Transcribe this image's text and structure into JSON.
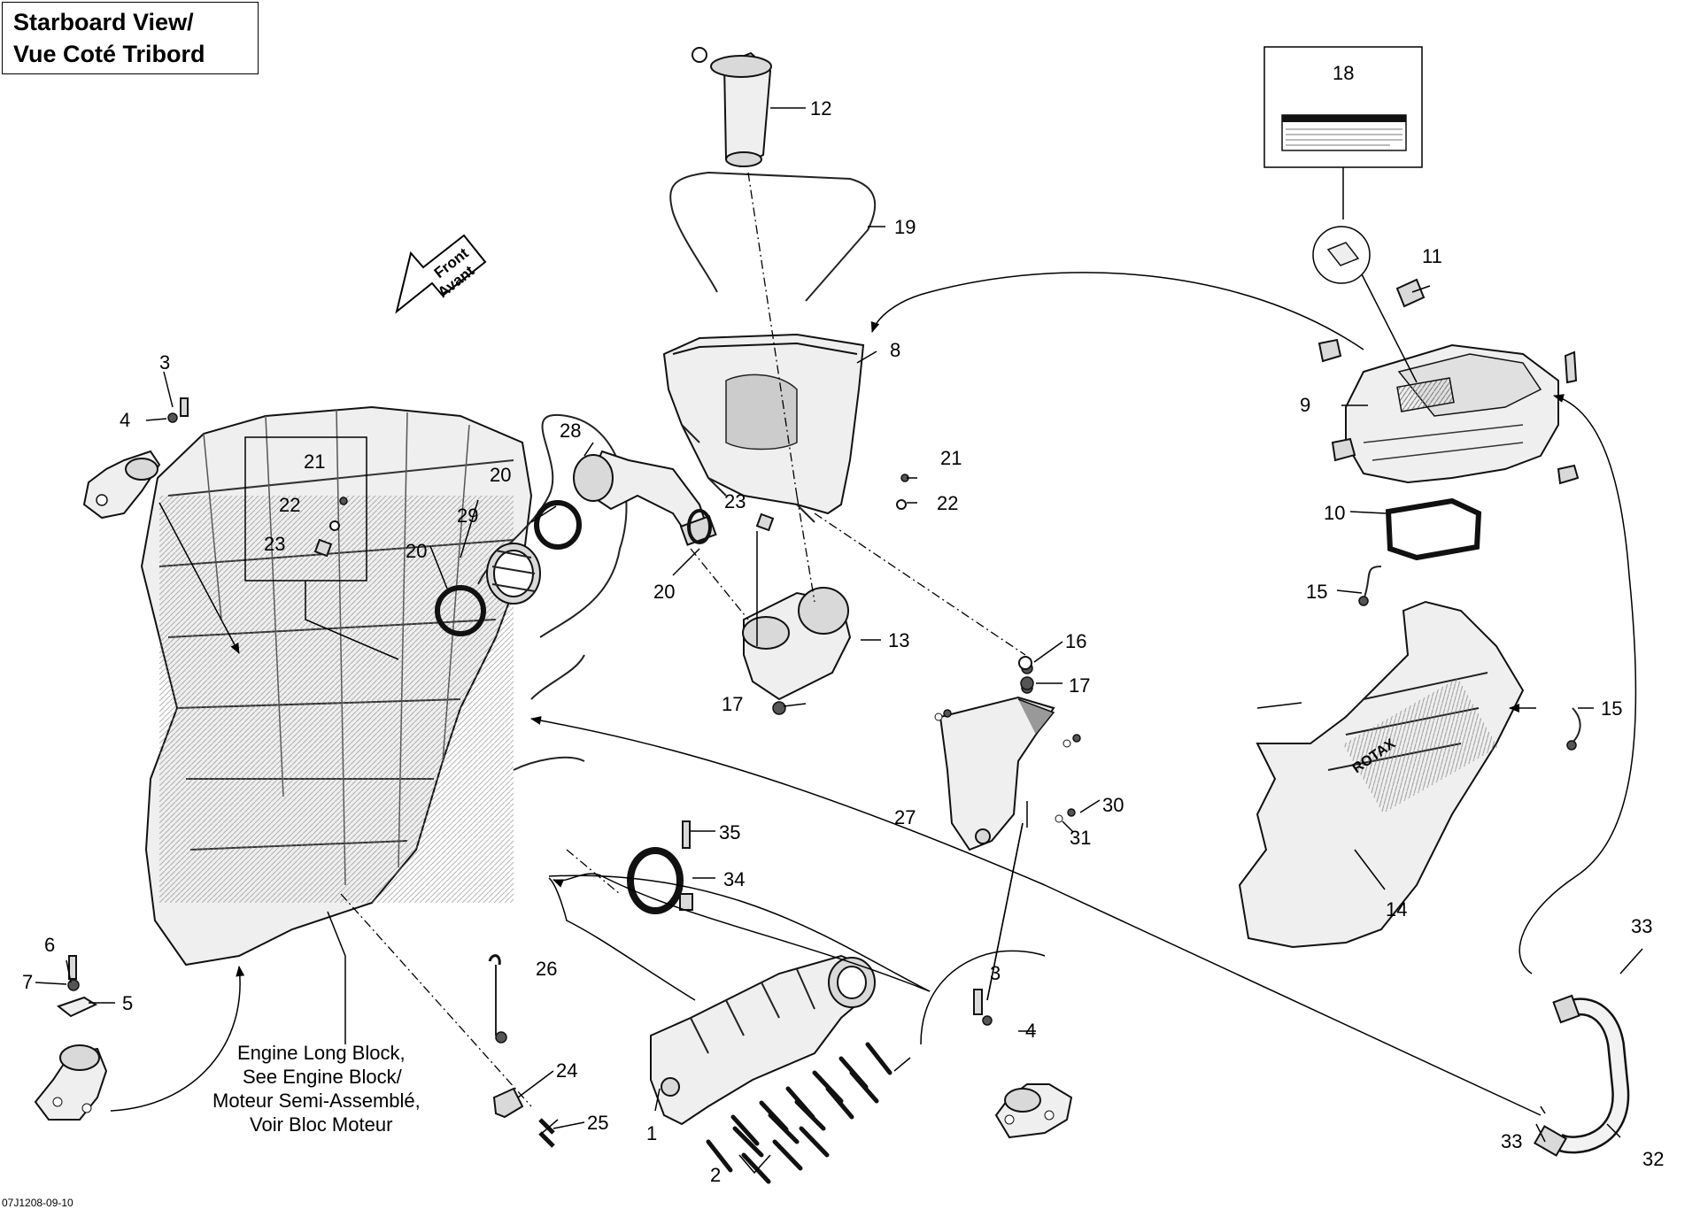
{
  "title": {
    "line1": "Starboard View/",
    "line2": "Vue Coté Tribord"
  },
  "front_arrow": {
    "line1": "Front",
    "line2": "Avant"
  },
  "engine_note": {
    "line1": "Engine Long Block,",
    "line2": "See Engine Block/",
    "line3": "Moteur Semi-Assemblé,",
    "line4": "Voir Bloc Moteur"
  },
  "document_id": "07J1208-09-10",
  "callouts": {
    "c1": "1",
    "c2": "2",
    "c3a": "3",
    "c3b": "3",
    "c4a": "4",
    "c4b": "4",
    "c5": "5",
    "c6": "6",
    "c7": "7",
    "c8": "8",
    "c9": "9",
    "c10": "10",
    "c11": "11",
    "c12": "12",
    "c13": "13",
    "c14": "14",
    "c15a": "15",
    "c15b": "15",
    "c16": "16",
    "c17a": "17",
    "c17b": "17",
    "c18": "18",
    "c19": "19",
    "c20a": "20",
    "c20b": "20",
    "c20c": "20",
    "c21a": "21",
    "c21b": "21",
    "c22a": "22",
    "c22b": "22",
    "c23a": "23",
    "c23b": "23",
    "c24": "24",
    "c25": "25",
    "c26": "26",
    "c27": "27",
    "c28": "28",
    "c29": "29",
    "c30": "30",
    "c31": "31",
    "c32": "32",
    "c33a": "33",
    "c33b": "33",
    "c34": "34",
    "c35": "35"
  },
  "decal_brand": "ROTAX"
}
